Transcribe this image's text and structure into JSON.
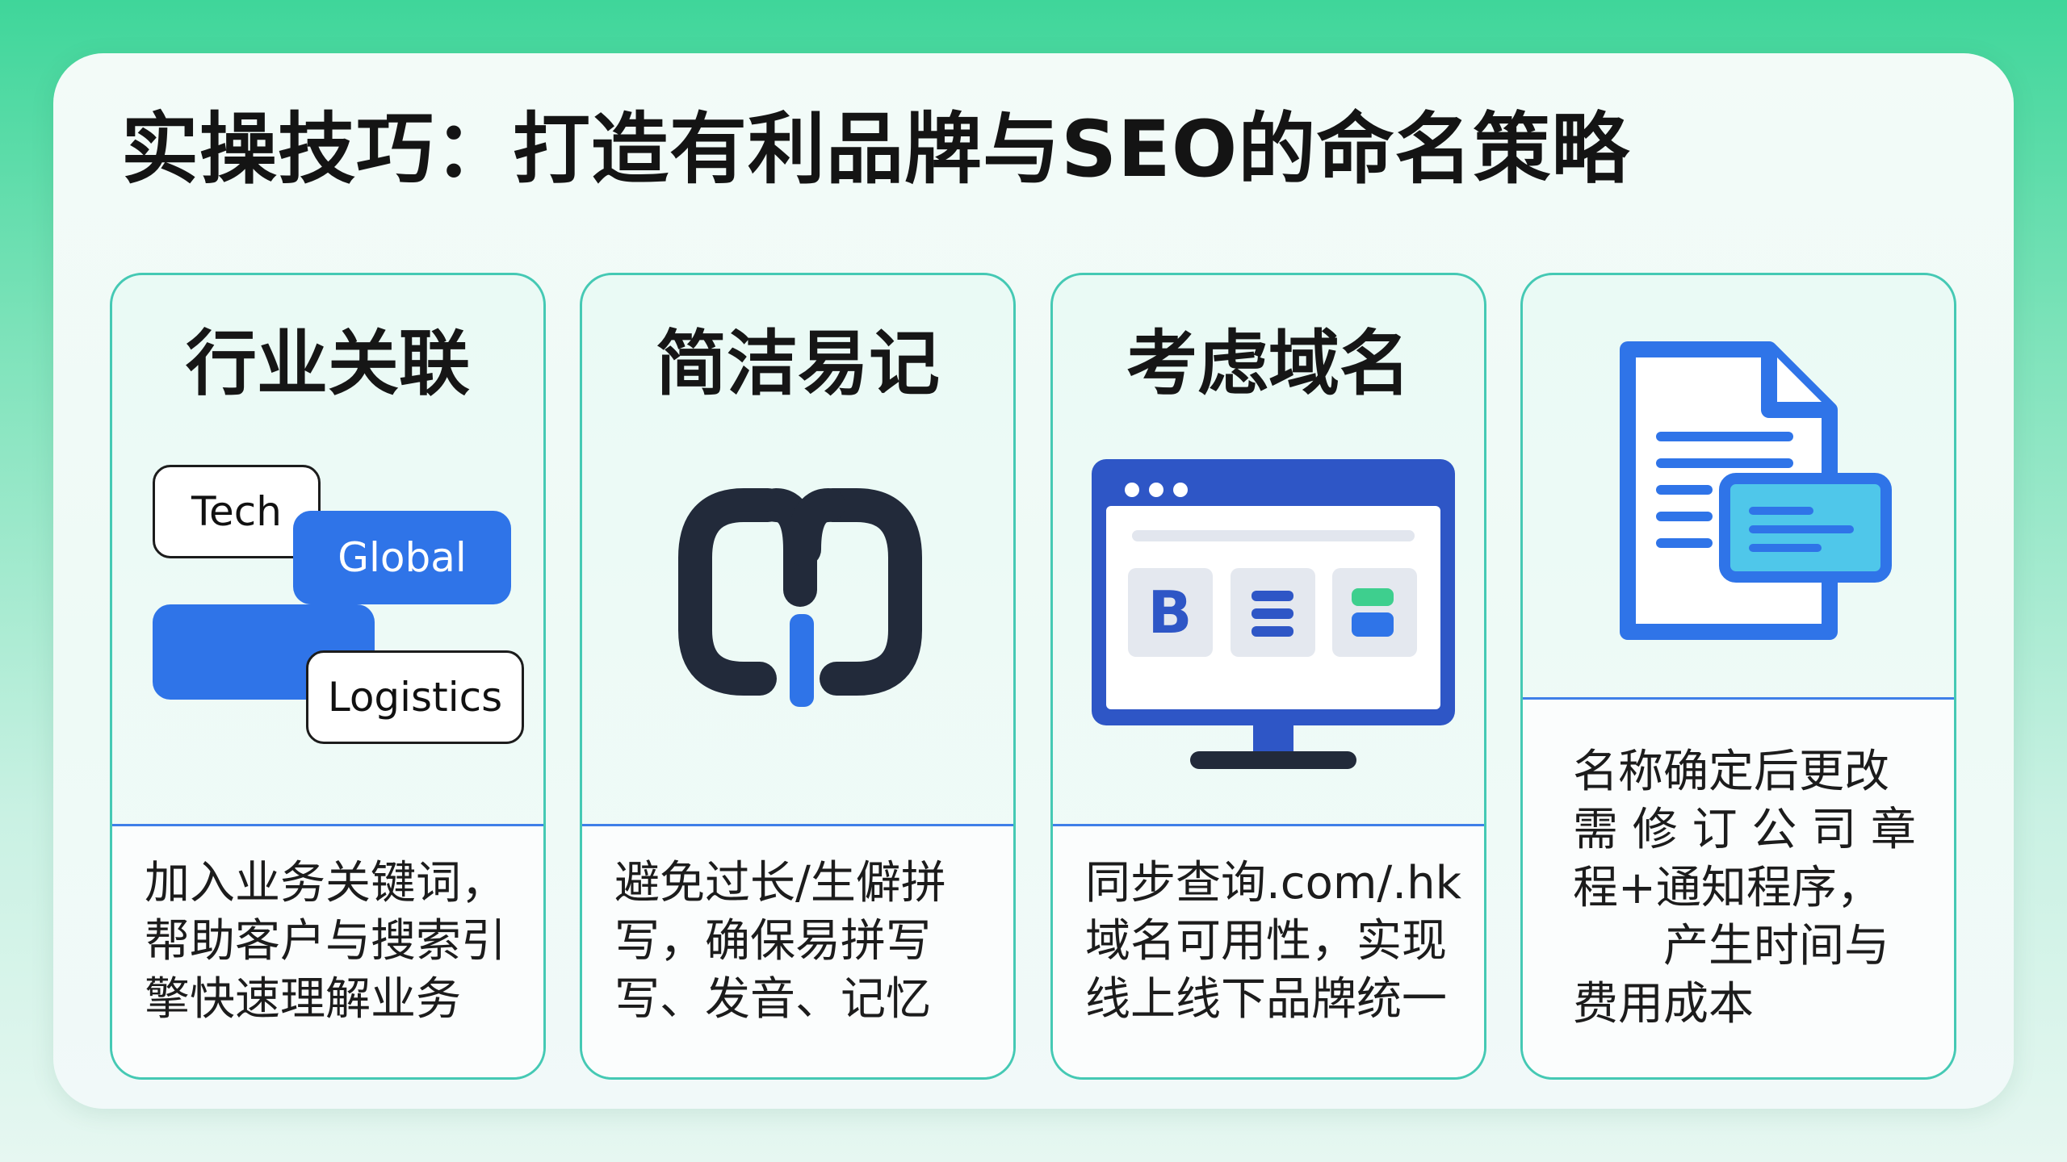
{
  "title": "实操技巧：打造有利品牌与SEO的命名策略",
  "cards": [
    {
      "heading": "行业关联",
      "tags": [
        "Tech",
        "Global",
        "Logistics"
      ],
      "lines": [
        "加入业务关键词，",
        "帮助客户与搜索引",
        "擎快速理解业务"
      ],
      "icon": "keyword-tags-icon"
    },
    {
      "heading": "简洁易记",
      "lines": [
        "避免过长/生僻拼",
        "写，确保易拼写",
        "写、发音、记忆"
      ],
      "icon": "chain-link-icon"
    },
    {
      "heading": "考虑域名",
      "browser_letter": "B",
      "lines": [
        "同步查询.com/.hk",
        "域名可用性，实现",
        "线上线下品牌统一"
      ],
      "icon": "monitor-domain-icon"
    },
    {
      "heading": "",
      "lines": [
        "名称确定后更改",
        "需 修 订 公 司 章",
        "程+通知程序，",
        "产生时间与",
        "费用成本"
      ],
      "icon": "document-icon"
    }
  ],
  "colors": {
    "accent_blue": "#2f74e8",
    "card_border": "#45c9b4",
    "divider_blue": "#3f7fe8",
    "title_text": "#141414",
    "chain_dark": "#222a3a",
    "accent_green": "#3ecf8e"
  }
}
